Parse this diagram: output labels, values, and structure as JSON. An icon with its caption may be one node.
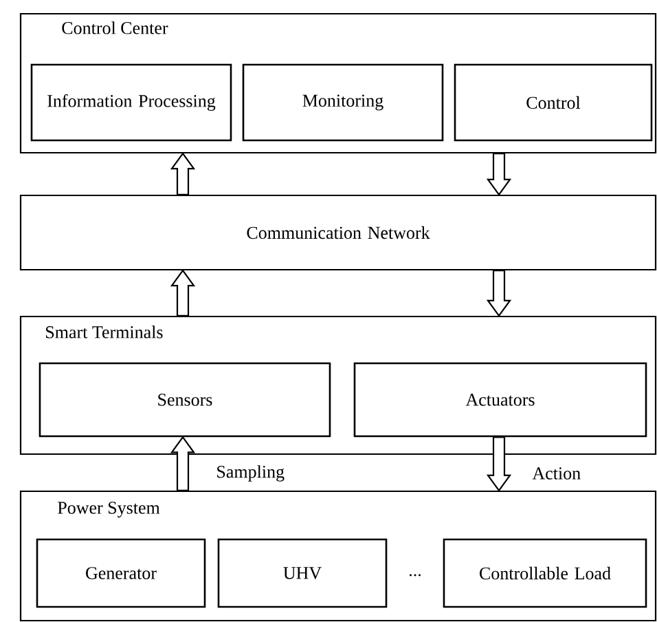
{
  "diagram": {
    "nodes": [
      {
        "text": [
          "Control Center"
        ]
      },
      {
        "text": [
          "Information Processing"
        ],
        "in": 0
      },
      {
        "text": [
          "Monitoring"
        ],
        "in": 0
      },
      {
        "text": [
          "Control"
        ],
        "in": 0
      },
      {
        "text": [
          "Communication Network"
        ]
      },
      {
        "text": [
          "Smart Terminals"
        ]
      },
      {
        "text": [
          "Sensors"
        ],
        "in": 5
      },
      {
        "text": [
          "Actuators"
        ],
        "in": 5
      },
      {
        "text": [
          "Power System"
        ]
      },
      {
        "text": [
          "Generator"
        ],
        "in": 8
      },
      {
        "text": [
          "UHV"
        ],
        "in": 8
      },
      {
        "text": [
          "Controllable Load"
        ],
        "in": 8
      }
    ],
    "edges": [
      {
        "from": 4,
        "to": 0,
        "arrow": "to"
      },
      {
        "from": 0,
        "to": 4,
        "arrow": "to"
      },
      {
        "from": 5,
        "to": 4,
        "arrow": "to"
      },
      {
        "from": 4,
        "to": 5,
        "arrow": "to"
      },
      {
        "from": 8,
        "to": 6,
        "arrow": "to",
        "label": "Sampling"
      },
      {
        "from": 7,
        "to": 8,
        "arrow": "to",
        "label": "Action"
      }
    ],
    "labels": [
      "..."
    ]
  }
}
